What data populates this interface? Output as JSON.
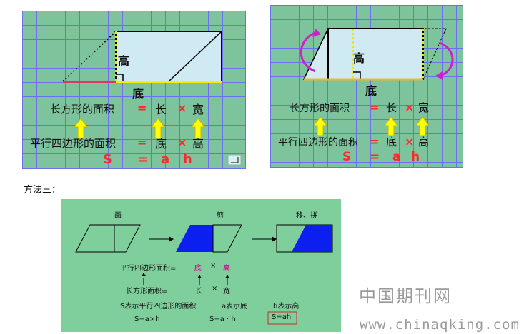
{
  "panel1": {
    "height_label": "高",
    "base_label": "底",
    "rect_formula": {
      "name": "长方形的面积",
      "eq": "=",
      "a": "长",
      "times": "×",
      "b": "宽"
    },
    "para_formula": {
      "name": "平行四边形的面积",
      "eq": "=",
      "a": "底",
      "times": "×",
      "b": "高"
    },
    "symbol_formula": {
      "s": "S",
      "eq": "=",
      "a": "a",
      "h": "h"
    }
  },
  "panel2": {
    "height_label": "高",
    "base_label": "底",
    "rect_formula": {
      "name": "长方形的面积",
      "eq": "=",
      "a": "长",
      "times": "×",
      "b": "宽"
    },
    "para_formula": {
      "name": "平行四边形的面积",
      "eq": "=",
      "a": "底",
      "times": "×",
      "b": "高"
    },
    "symbol_formula": {
      "s": "S",
      "eq": "=",
      "a": "a",
      "h": "h"
    }
  },
  "method_label": "方法三：",
  "panel3": {
    "step1": "画",
    "step2": "剪",
    "step3": "移、拼",
    "para_line": {
      "name": "平行四边形面积=",
      "a": "底",
      "times": "×",
      "b": "高"
    },
    "rect_line": {
      "name": "长方形面积=",
      "a": "长",
      "times": "×",
      "b": "宽"
    },
    "notes": {
      "s": "S表示平行四边形的面积",
      "a": "a表示底",
      "h": "h表示高"
    },
    "formulas": {
      "f1": "S=a×h",
      "f2": "S=a · h",
      "f3": "S=ah"
    }
  },
  "watermark": {
    "cn": "中国期刊网",
    "url": "www.chinaqking.com"
  },
  "colors": {
    "grid_bg": "#7dc39c",
    "grid_line": "#6e6ff0",
    "accent_red": "#ff2828",
    "arrow_yellow": "#ffff00",
    "shape_blue": "#0a1ff0"
  }
}
